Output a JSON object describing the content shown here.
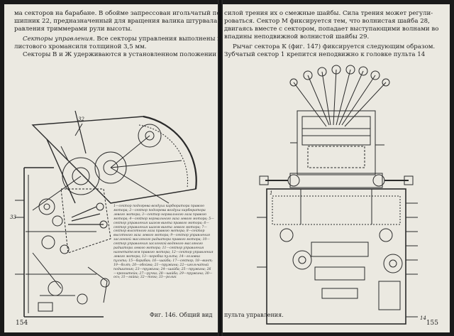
{
  "left_page": {
    "lines": [
      "ма секторов на барабане. В обойме запрессован игольчатый под-",
      "шипник 22, предназначенный для вращения валика штурвала уп-",
      "равления триммерами рули высоты."
    ],
    "section_title": "Секторы управления.",
    "section_lines": [
      "Все секторы управления выполнены из",
      "листового хромансиля толщиной 3,5 мм.",
      "Секторы В и Ж удерживаются в установленном положении"
    ],
    "figure_label_32": "32",
    "figure_label_33": "33",
    "legend": "1—сектор подогрева воздуха карбюратора правого мотора; 2—сектор подогрева воздуха карбюратора левого мотора; 3—сектор нормального газа правого мотора; 4—сектор нормального газа левого мотора; 5—сектор управления шагом винта правого мотора; 6—сектор управления шагом винта левого мотора; 7—сектор высотного газа правого мотора; 8—сектор высотного газа левого мотора; 9—сектор управления заслонкой масляного радиатора правого мотора; 10—сектор управления заслонкой водяного-масляного радиатора левого мотора; 11—сектор управления нагнетателем правого мотора; 12—сектор управления левого мотора; 13—коробка пульта; 14—головка пульта; 15—барабан; 16—шайба; 17—сектор; 18—винт; 19—болт; 20—обойма; 21—пружина; 22—игольчатый подшипник; 23—пружина; 24—шайба; 25—пружина; 26—кронштейн; 27—ручка; 28—шайба; 29—пружина; 30—ось; 31—гайка; 32—тяга; 33—ролик",
    "page_number": "154"
  },
  "right_page": {
    "lines": [
      "силой трения их о смежные шайбы. Сила трения может регули-",
      "роваться. Сектор М фиксируется тем, что волнистая шайба 28,",
      "двигаясь вместе с сектором, попадает выступающими волнами во",
      "впадины неподвижной волнистой шайбы 29."
    ],
    "indent_lines": [
      "Рычаг сектора К (фиг. 147) фиксируется следующим образом.",
      "Зубчатый сектор 1 крепится неподвижно к головке пульта 14"
    ],
    "figure_label_1": "1",
    "figure_label_14": "14",
    "page_number": "155"
  },
  "caption": {
    "left": "Фиг. 146. Общий вид",
    "right": "пульта управления."
  }
}
